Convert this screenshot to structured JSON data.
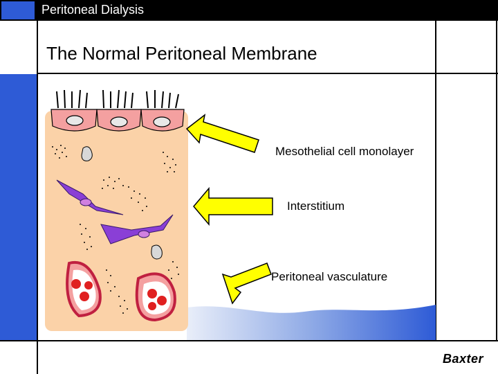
{
  "header": {
    "title": "Peritoneal Dialysis"
  },
  "slide": {
    "title": "The Normal Peritoneal Membrane"
  },
  "labels": {
    "mesothelial": "Mesothelial cell monolayer",
    "interstitium": "Interstitium",
    "vasculature": "Peritoneal vasculature"
  },
  "footer": {
    "logo_text": "Baxter"
  },
  "colors": {
    "accent_blue": "#2e5bd6",
    "tissue": "#fbd2a8",
    "mesothelial_cell": "#f4a0a0",
    "fibroblast": "#8a3fd6",
    "arrow_fill": "#ffff00"
  }
}
